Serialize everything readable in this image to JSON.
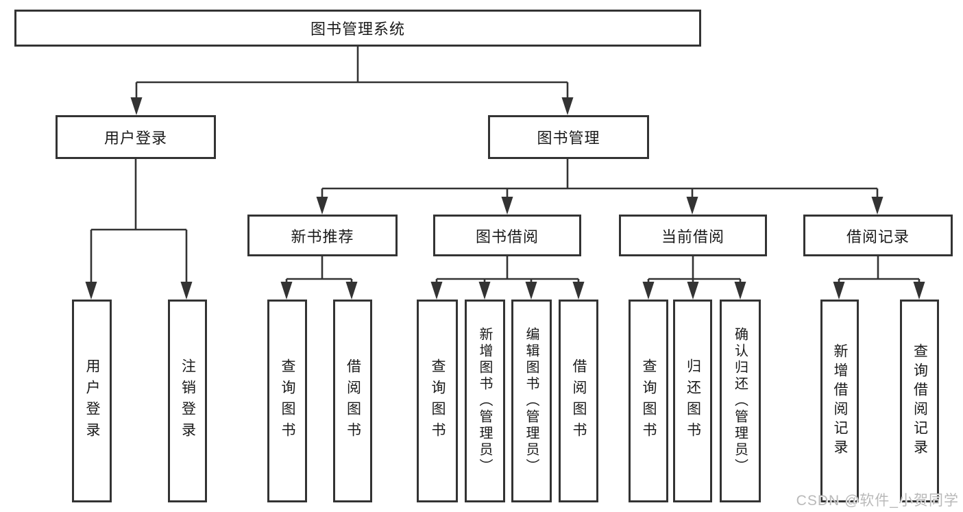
{
  "diagram": {
    "colors": {
      "line": "#333333",
      "text": "#1a1a1a",
      "background": "#ffffff",
      "watermark": "#b9b9b9"
    },
    "tree": {
      "label": "图书管理系统",
      "children": [
        {
          "label": "用户登录",
          "children": [
            {
              "label": "用户登录"
            },
            {
              "label": "注销登录"
            }
          ]
        },
        {
          "label": "图书管理",
          "children": [
            {
              "label": "新书推荐",
              "children": [
                {
                  "label": "查询图书"
                },
                {
                  "label": "借阅图书"
                }
              ]
            },
            {
              "label": "图书借阅",
              "children": [
                {
                  "label": "查询图书"
                },
                {
                  "label": "新增图书（管理员）"
                },
                {
                  "label": "编辑图书（管理员）"
                },
                {
                  "label": "借阅图书"
                }
              ]
            },
            {
              "label": "当前借阅",
              "children": [
                {
                  "label": "查询图书"
                },
                {
                  "label": "归还图书"
                },
                {
                  "label": "确认归还（管理员）"
                }
              ]
            },
            {
              "label": "借阅记录",
              "children": [
                {
                  "label": "新增借阅记录"
                },
                {
                  "label": "查询借阅记录"
                }
              ]
            }
          ]
        }
      ]
    },
    "watermark": {
      "text": "CSDN @软件_小贺同学"
    }
  }
}
